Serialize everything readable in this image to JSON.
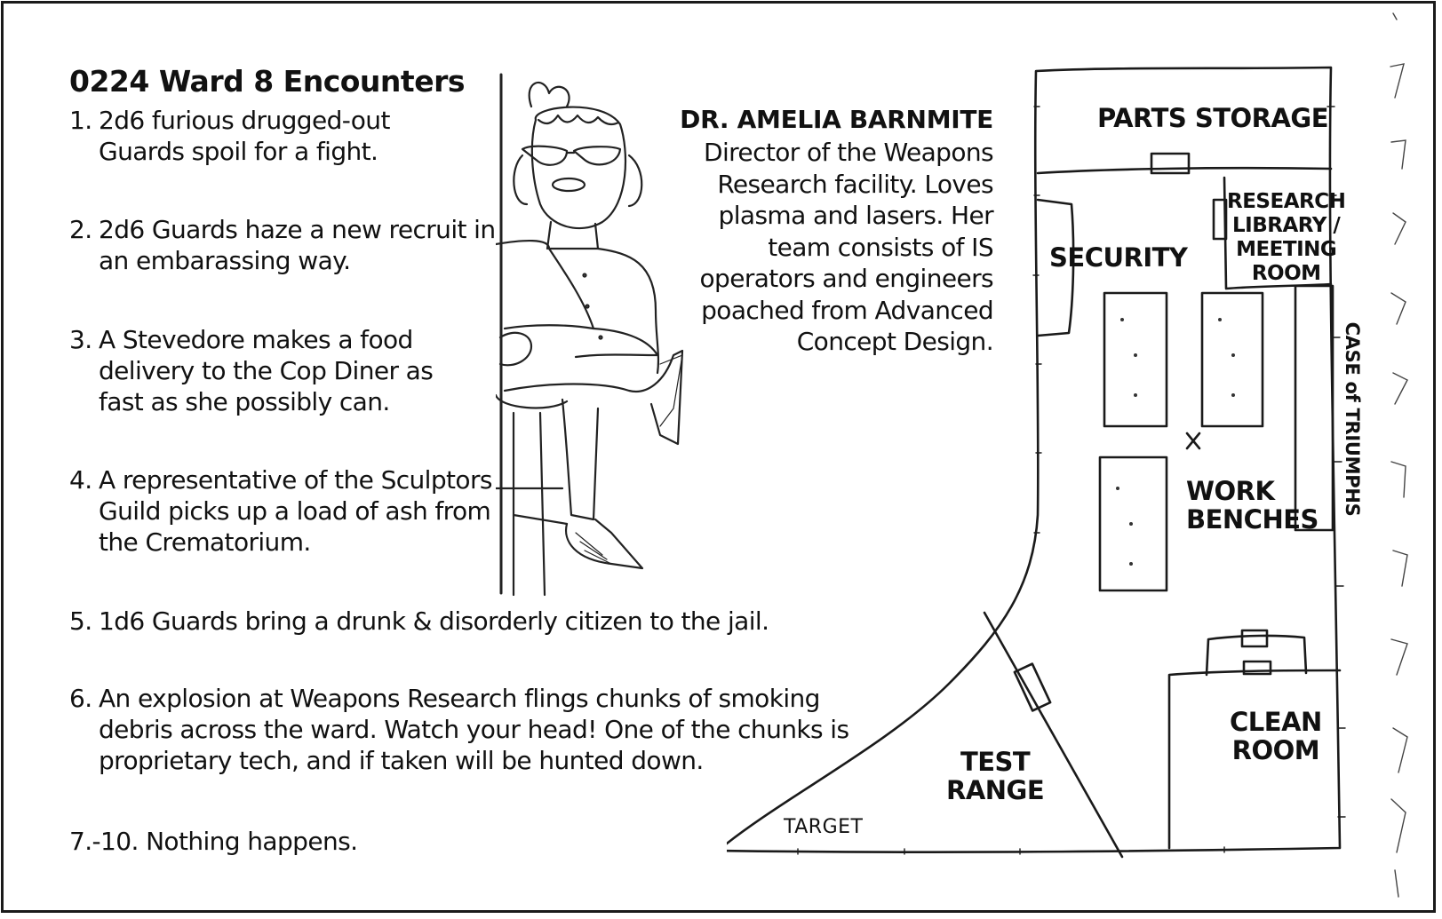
{
  "title": "0224 Ward 8 Encounters",
  "encounters": [
    {
      "num": "1.",
      "text": "2d6 furious drugged-out Guards spoil for a fight."
    },
    {
      "num": "2.",
      "text": "2d6 Guards haze a new recruit in an embarassing way."
    },
    {
      "num": "3.",
      "text": "A Stevedore makes a food delivery to the Cop Diner as fast as she possibly can."
    },
    {
      "num": "4.",
      "text": "A representative of the Sculptors Guild picks up a load of ash from the Crematorium."
    },
    {
      "num": "5.",
      "text": "1d6 Guards bring a drunk & disorderly citizen to the jail."
    },
    {
      "num": "6.",
      "text": "An explosion at Weapons Research flings chunks of smoking debris across the ward. Watch your head! One of the chunks is proprietary tech, and if taken will be hunted down."
    },
    {
      "num": "7.-10.",
      "text": "Nothing happens."
    }
  ],
  "npc": {
    "name": "DR. AMELIA BARNMITE",
    "description": "Director of the Weapons Research facility. Loves plasma and lasers. Her team consists of IS operators and engineers poached from Advanced Concept Design."
  },
  "map": {
    "parts_storage": "PARTS STORAGE",
    "security": "SECURITY",
    "research_library": [
      "RESEARCH",
      "LIBRARY /",
      "MEETING",
      "ROOM"
    ],
    "case_of_triumphs": "CASE of TRIUMPHS",
    "work_benches": [
      "WORK",
      "BENCHES"
    ],
    "clean_room": [
      "CLEAN",
      "ROOM"
    ],
    "test_range": [
      "TEST",
      "RANGE"
    ],
    "target": "TARGET"
  }
}
